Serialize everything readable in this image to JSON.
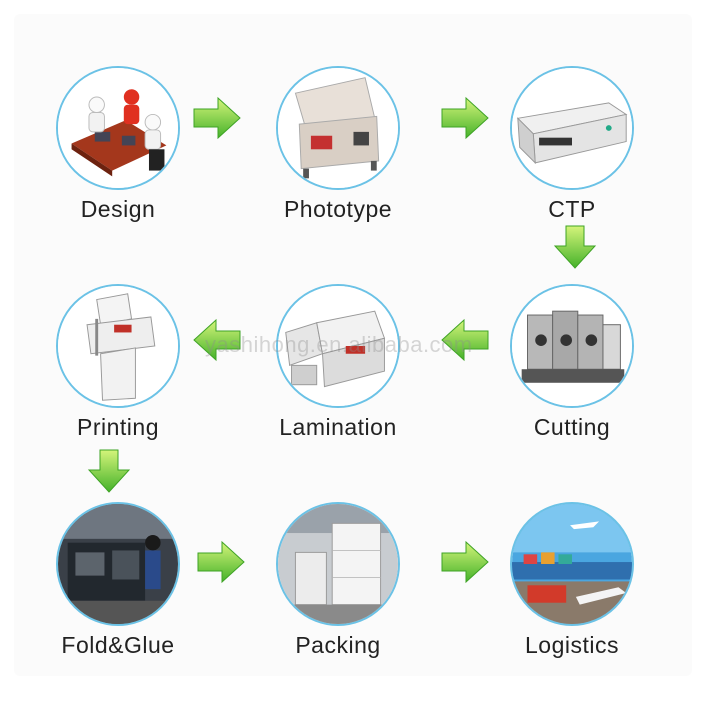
{
  "steps": [
    {
      "label": "Design",
      "image": "design-meeting-illustration"
    },
    {
      "label": "Phototype",
      "image": "exposure-machine-illustration"
    },
    {
      "label": "CTP",
      "image": "ctp-machine-illustration"
    },
    {
      "label": "Cutting",
      "image": "offset-press-illustration"
    },
    {
      "label": "Lamination",
      "image": "laminator-illustration"
    },
    {
      "label": "Printing",
      "image": "paper-cutter-illustration"
    },
    {
      "label": "Fold&Glue",
      "image": "factory-workers-photo"
    },
    {
      "label": "Packing",
      "image": "warehouse-pallets-photo"
    },
    {
      "label": "Logistics",
      "image": "shipping-transport-photo"
    }
  ],
  "watermark": "yashihong.en.alibaba.com",
  "colors": {
    "ring": "#6bc2e6",
    "arrow_light": "#c6ef6a",
    "arrow_dark": "#4db82e"
  }
}
